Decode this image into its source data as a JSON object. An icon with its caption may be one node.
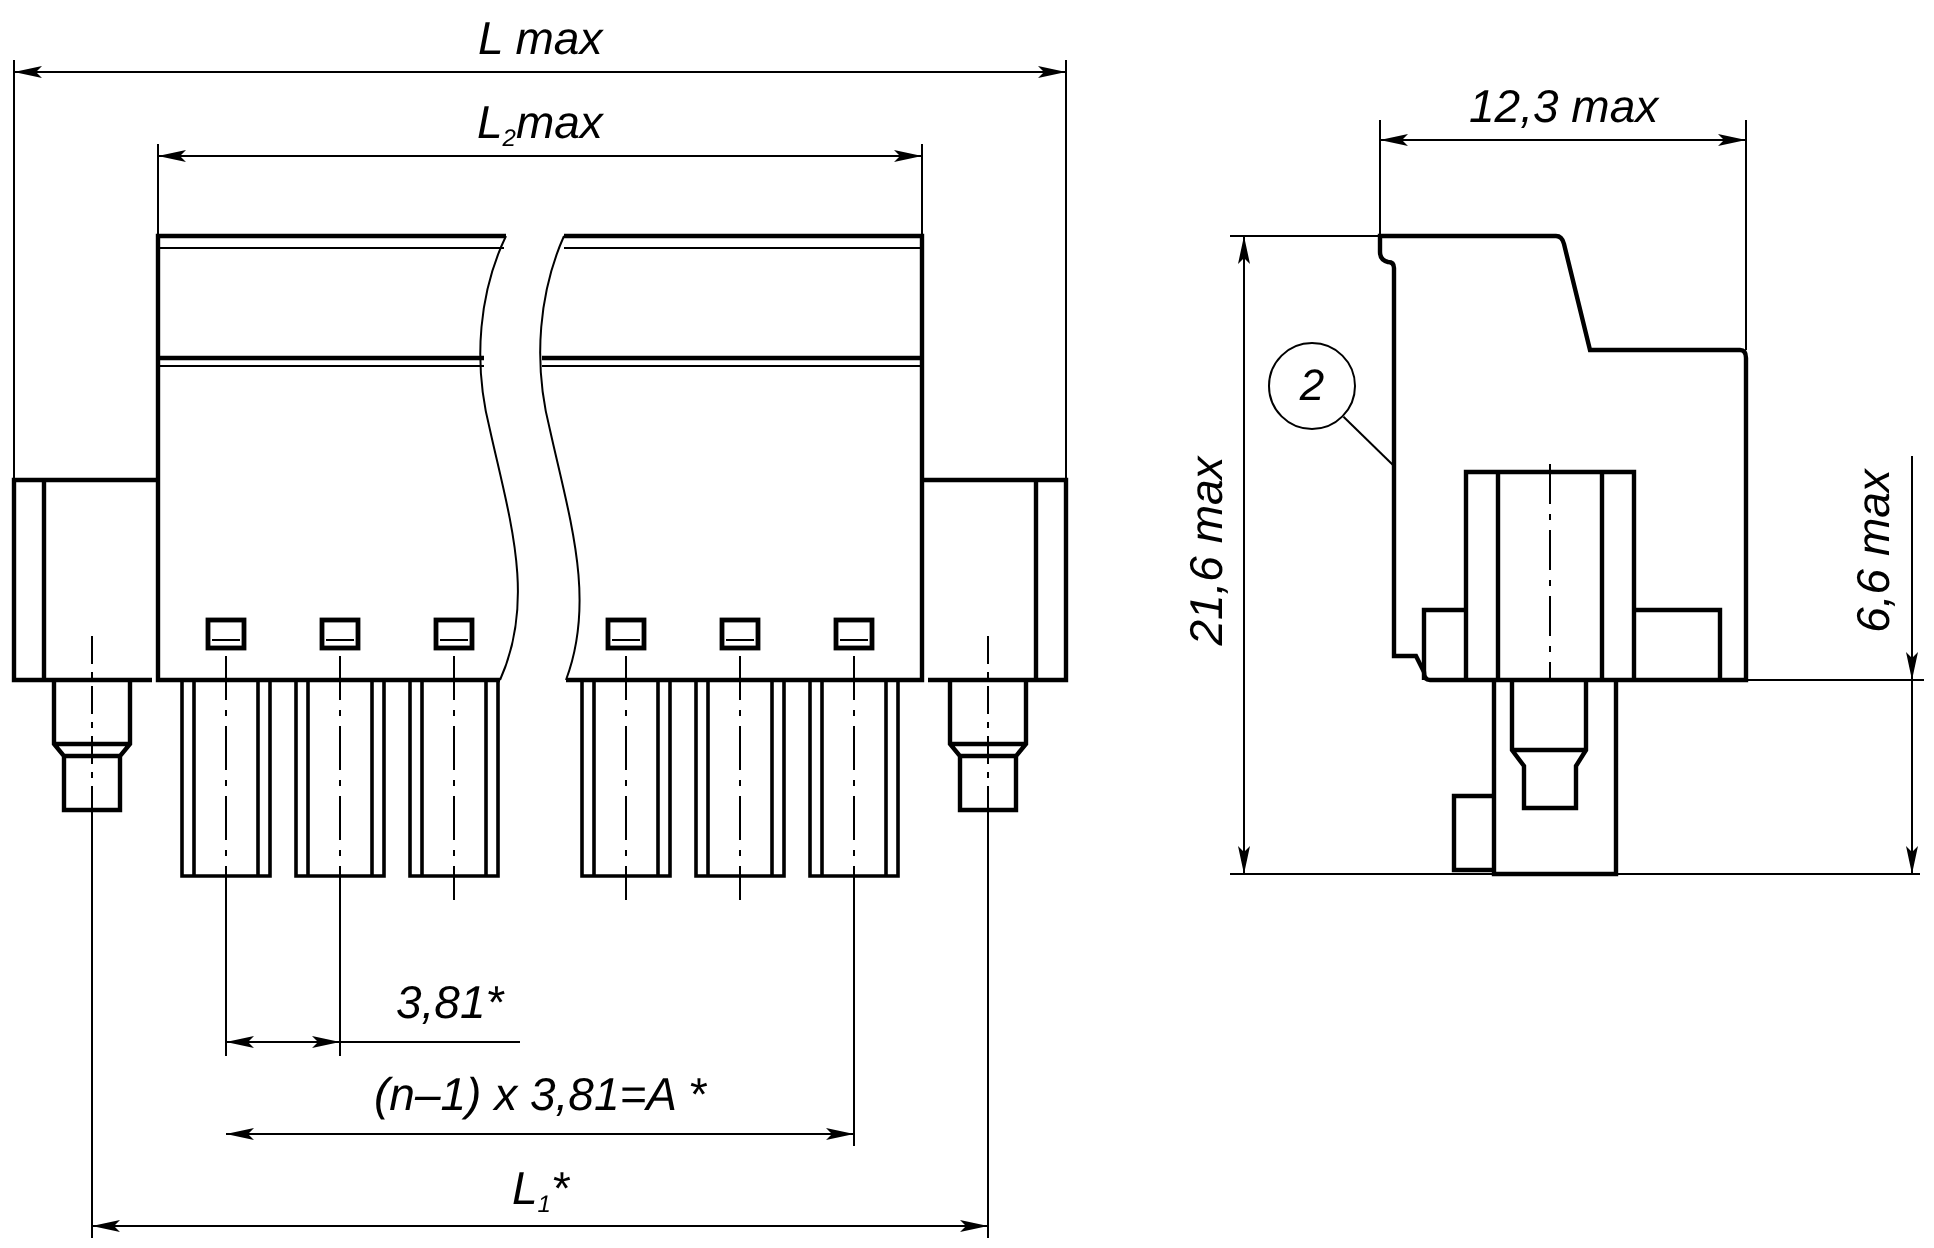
{
  "diagram": {
    "nodes": [
      {
        "text": [
          "2"
        ]
      },
      {
        "text": [],
        "shape": "picture"
      }
    ],
    "edges": [
      {
        "from": 0,
        "to": 1,
        "arrow": "none"
      }
    ],
    "labels": [
      "L max",
      "L$_{2}$max",
      "12,3 max",
      "21,6 max",
      "6,6 max",
      "3,81*",
      "(n–1) x 3,81=A *",
      "L$_{1}$*"
    ]
  }
}
